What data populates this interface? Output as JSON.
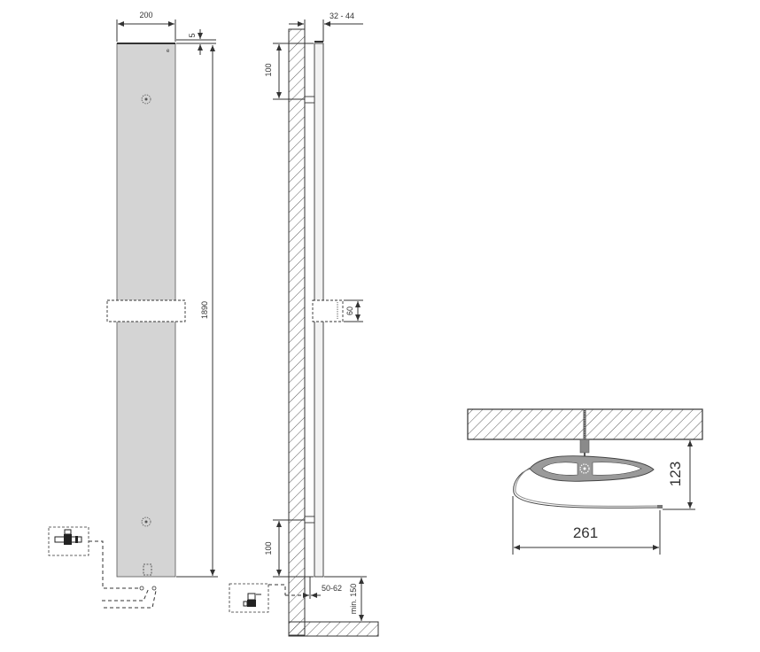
{
  "front_view": {
    "width_label": "200",
    "top_offset_label": "5",
    "height_label": "1890"
  },
  "side_view": {
    "depth_label": "32 - 44",
    "top_bracket_label": "100",
    "bottom_bracket_label": "100",
    "clamp_label": "60",
    "pipe_offset_label": "50-62",
    "floor_clearance_label": "min. 150"
  },
  "hanger_view": {
    "width_label": "261",
    "height_label": "123"
  },
  "colors": {
    "panel_fill": "#d4d4d4",
    "line": "#333333",
    "hanger_fill": "#9a9a9a"
  }
}
